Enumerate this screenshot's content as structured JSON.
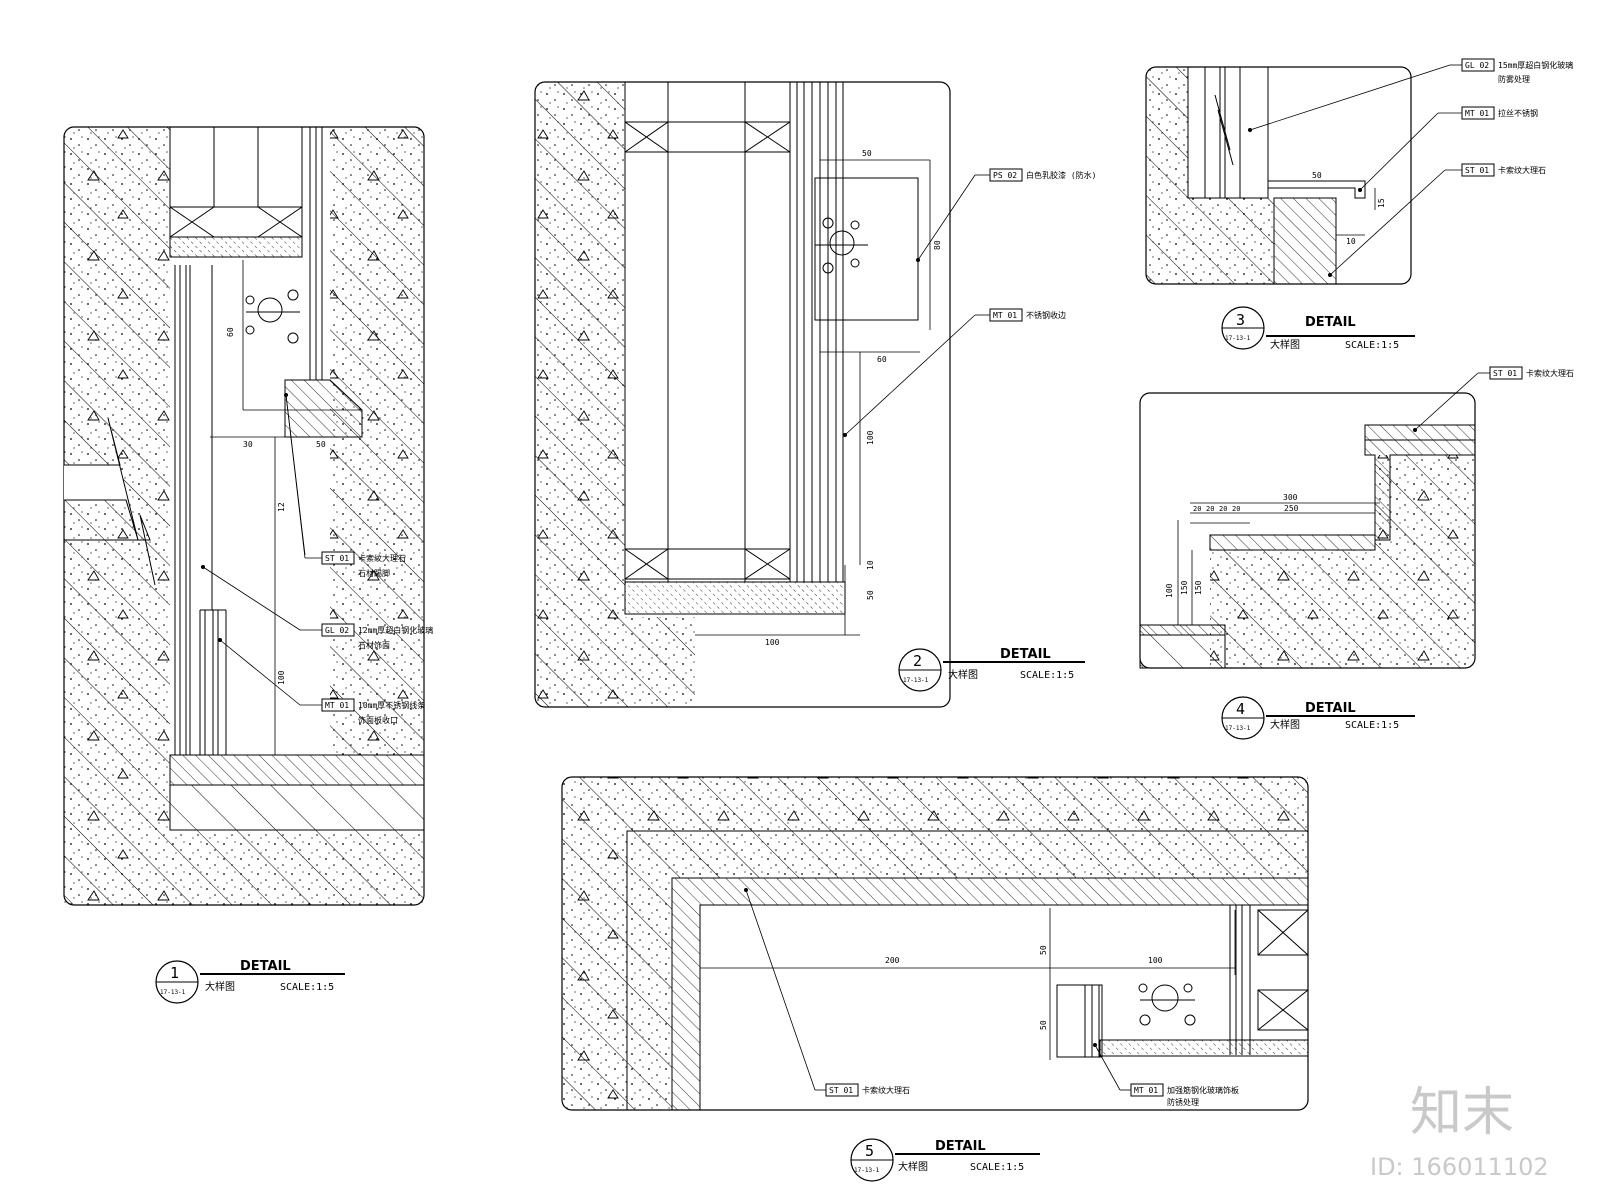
{
  "details": [
    {
      "number": "1",
      "sheet_ref": "17-13-1",
      "title": "DETAIL",
      "subtitle": "大样图",
      "scale": "SCALE:1:5",
      "dims": [
        "60",
        "30",
        "50",
        "12",
        "100"
      ],
      "tags": [
        {
          "code": "ST 01",
          "lines": [
            "卡索纹大理石",
            "石材踢脚"
          ]
        },
        {
          "code": "GL 02",
          "lines": [
            "12mm厚超白钢化玻璃",
            "石材饰面"
          ]
        },
        {
          "code": "MT 01",
          "lines": [
            "10mm厚不锈钢线条",
            "饰面板收口"
          ]
        }
      ]
    },
    {
      "number": "2",
      "sheet_ref": "17-13-1",
      "title": "DETAIL",
      "subtitle": "大样图",
      "scale": "SCALE:1:5",
      "dims": [
        "50",
        "80",
        "60",
        "100",
        "10",
        "50",
        "100"
      ],
      "tags": [
        {
          "code": "PS 02",
          "lines": [
            "白色乳胶漆 (防水)"
          ]
        },
        {
          "code": "MT 01",
          "lines": [
            "不锈钢收边"
          ]
        }
      ]
    },
    {
      "number": "3",
      "sheet_ref": "17-13-1",
      "title": "DETAIL",
      "subtitle": "大样图",
      "scale": "SCALE:1:5",
      "dims": [
        "50",
        "15",
        "10"
      ],
      "tags": [
        {
          "code": "GL 02",
          "lines": [
            "15mm厚超白钢化玻璃",
            "防雾处理"
          ]
        },
        {
          "code": "MT 01",
          "lines": [
            "拉丝不锈钢"
          ]
        },
        {
          "code": "ST 01",
          "lines": [
            "卡索纹大理石"
          ]
        }
      ]
    },
    {
      "number": "4",
      "sheet_ref": "17-13-1",
      "title": "DETAIL",
      "subtitle": "大样图",
      "scale": "SCALE:1:5",
      "dims": [
        "300",
        "250",
        "20",
        "20",
        "20",
        "20",
        "100",
        "150",
        "150"
      ],
      "tags": [
        {
          "code": "ST 01",
          "lines": [
            "卡索纹大理石"
          ]
        }
      ]
    },
    {
      "number": "5",
      "sheet_ref": "17-13-1",
      "title": "DETAIL",
      "subtitle": "大样图",
      "scale": "SCALE:1:5",
      "dims": [
        "200",
        "100",
        "50",
        "50"
      ],
      "tags": [
        {
          "code": "ST 01",
          "lines": [
            "卡索纹大理石"
          ]
        },
        {
          "code": "MT 01",
          "lines": [
            "加强筋钢化玻璃饰板",
            "防锈处理"
          ]
        }
      ]
    }
  ],
  "watermark": {
    "brand": "知末",
    "id_text": "ID: 166011102"
  }
}
